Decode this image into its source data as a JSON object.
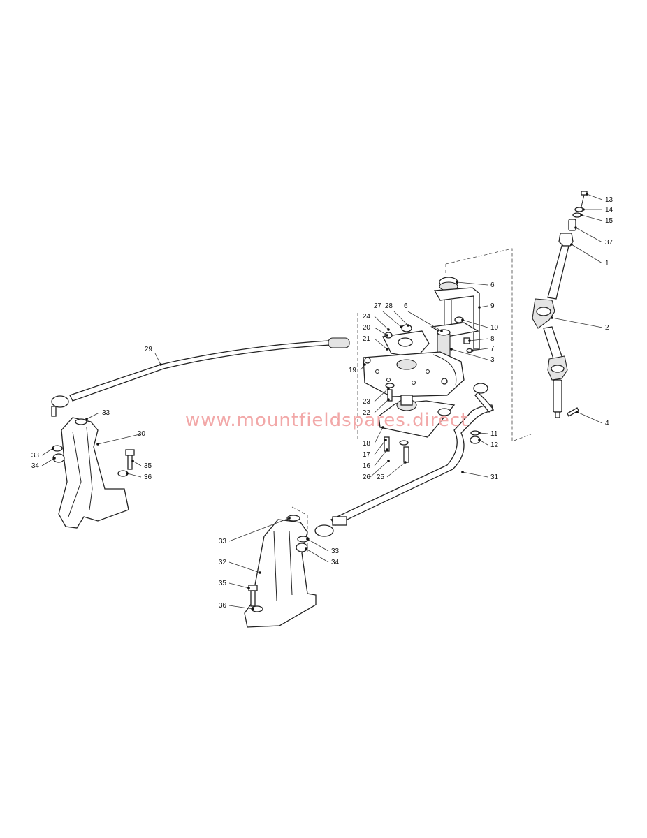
{
  "watermark": "www.mountfieldspares.direct",
  "callouts": [
    "1",
    "2",
    "3",
    "4",
    "6",
    "6",
    "7",
    "8",
    "9",
    "10",
    "11",
    "12",
    "13",
    "14",
    "15",
    "16",
    "17",
    "18",
    "19",
    "20",
    "21",
    "22",
    "23",
    "24",
    "25",
    "26",
    "27",
    "28",
    "29",
    "30",
    "31",
    "32",
    "33",
    "33",
    "33",
    "33",
    "34",
    "34",
    "35",
    "35",
    "36",
    "36",
    "37"
  ]
}
